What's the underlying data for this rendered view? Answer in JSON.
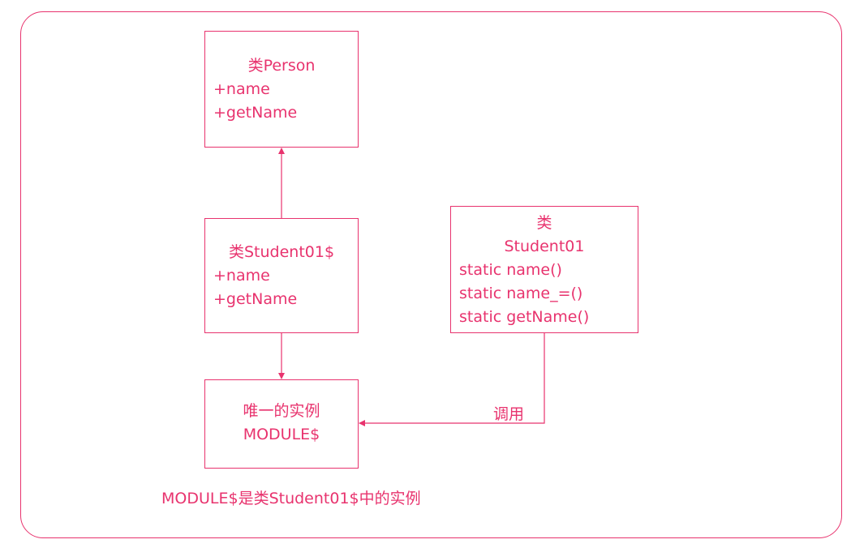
{
  "diagram": {
    "nodes": {
      "person": {
        "title": "类Person",
        "lines": [
          "+name",
          "+getName"
        ]
      },
      "student_obj": {
        "title": "类Student01$",
        "lines": [
          "+name",
          "+getName"
        ]
      },
      "module": {
        "title": "唯一的实例",
        "subtitle": "MODULE$"
      },
      "student_cls": {
        "title": "类",
        "subtitle": "Student01",
        "lines": [
          "static name()",
          "static name_=()",
          "static getName()"
        ]
      }
    },
    "edges": [
      {
        "from": "student_obj",
        "to": "person",
        "label": ""
      },
      {
        "from": "student_obj",
        "to": "module",
        "label": ""
      },
      {
        "from": "student_cls",
        "to": "module",
        "label": "调用"
      }
    ],
    "caption": "MODULE$是类Student01$中的实例"
  },
  "colors": {
    "stroke": "#e8336e",
    "text": "#e8336e",
    "background": "#ffffff"
  }
}
